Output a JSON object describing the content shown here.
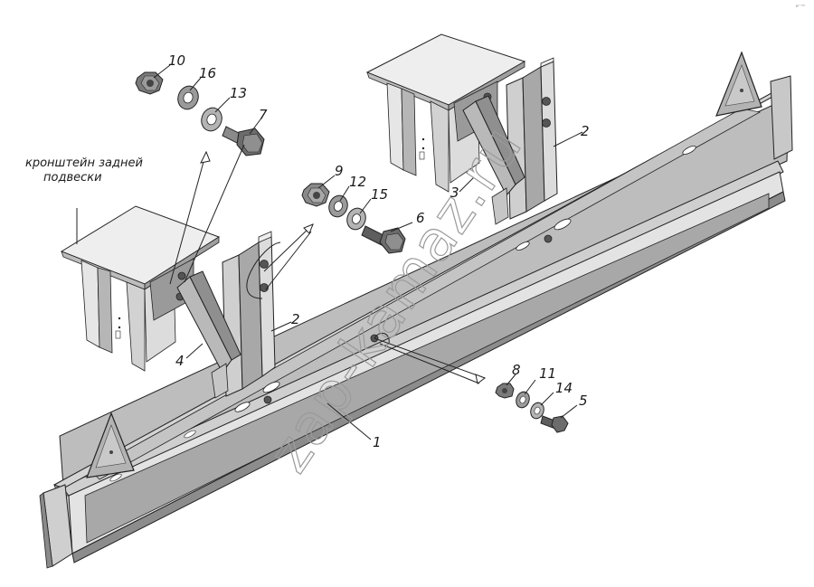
{
  "caption": {
    "line1": "кронштейн задней",
    "line2": "подвески"
  },
  "parts": {
    "p1": "1",
    "p2a": "2",
    "p2b": "2",
    "p3": "3",
    "p4": "4",
    "p5": "5",
    "p6": "6",
    "p7": "7",
    "p8": "8",
    "p9": "9",
    "p10": "10",
    "p11": "11",
    "p12": "12",
    "p13": "13",
    "p14": "14",
    "p15": "15",
    "p16": "16"
  },
  "watermark": "zap-kamaz.ru",
  "corner_mark": "к⁰ ⁰⁰⁰",
  "colors": {
    "metal_light": "#d8d8d8",
    "metal_mid": "#a8a8a8",
    "metal_dark": "#6f6f6f",
    "outline": "#222222",
    "watermark": "#9a9a9a"
  }
}
